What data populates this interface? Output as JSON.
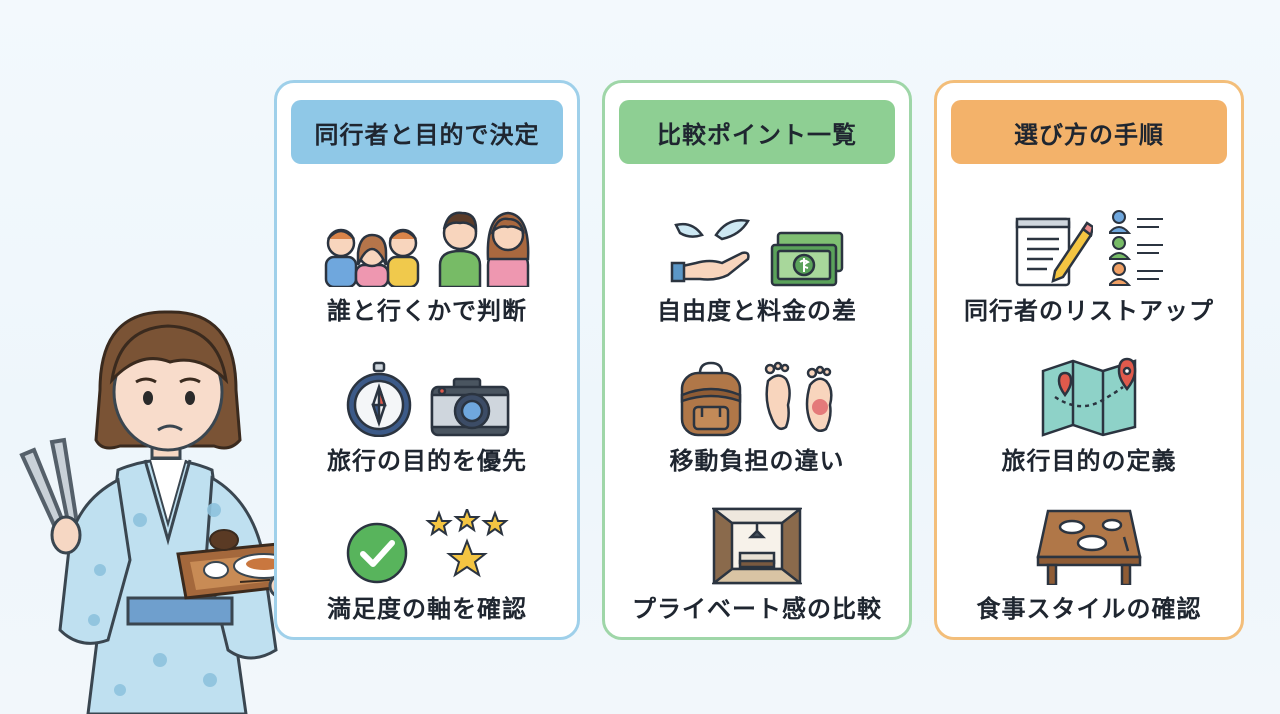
{
  "panels": [
    {
      "title": "同行者と目的で決定",
      "items": [
        {
          "label": "誰と行くかで判断",
          "icons": [
            "family-group-icon",
            "couple-icon"
          ]
        },
        {
          "label": "旅行の目的を優先",
          "icons": [
            "compass-icon",
            "camera-icon"
          ]
        },
        {
          "label": "満足度の軸を確認",
          "icons": [
            "checkmark-icon",
            "stars-icon"
          ]
        }
      ]
    },
    {
      "title": "比較ポイント一覧",
      "items": [
        {
          "label": "自由度と料金の差",
          "icons": [
            "winged-hand-icon",
            "banknote-icon"
          ]
        },
        {
          "label": "移動負担の違い",
          "icons": [
            "backpack-icon",
            "sore-feet-icon"
          ]
        },
        {
          "label": "プライベート感の比較",
          "icons": [
            "private-room-icon"
          ]
        }
      ]
    },
    {
      "title": "選び方の手順",
      "items": [
        {
          "label": "同行者のリストアップ",
          "icons": [
            "notepad-pencil-icon",
            "people-list-icon"
          ]
        },
        {
          "label": "旅行目的の定義",
          "icons": [
            "map-pin-icon"
          ]
        },
        {
          "label": "食事スタイルの確認",
          "icons": [
            "dining-table-icon"
          ]
        }
      ]
    }
  ],
  "colors": {
    "panel1_border": "#9fd0ea",
    "panel1_header": "#8fc8e7",
    "panel2_border": "#9fd6a8",
    "panel2_header": "#8ecf93",
    "panel3_border": "#f3be7a",
    "panel3_header": "#f3b26a",
    "text": "#1f2630"
  }
}
